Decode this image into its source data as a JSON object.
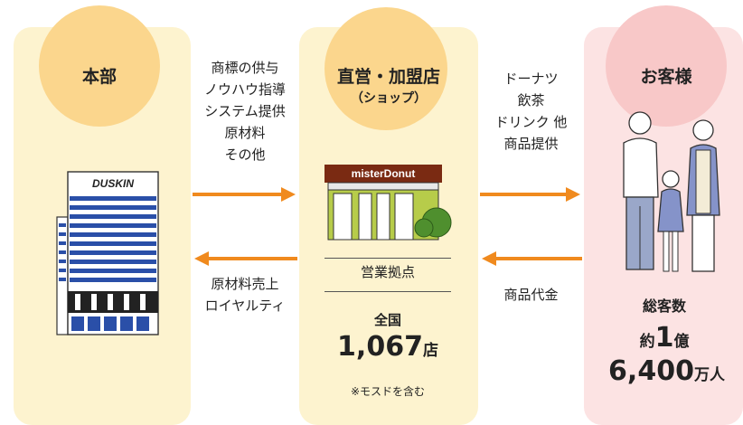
{
  "headquarters": {
    "title": "本部",
    "building_sign": "DUSKIN"
  },
  "shop": {
    "title": "直営・加盟店",
    "subtitle": "（ショップ）",
    "sign": "misterDonut",
    "base_label": "営業拠点",
    "nation_label": "全国",
    "store_count": "1,067",
    "store_unit": "店",
    "note": "※モスドを含む"
  },
  "customers": {
    "title": "お客様",
    "total_label": "総客数",
    "approx": "約",
    "count_part1": "1",
    "count_unit1": "億",
    "count_part2": "6,400",
    "count_unit2": "万人"
  },
  "flows": {
    "hq_to_shop": [
      "商標の供与",
      "ノウハウ指導",
      "システム提供",
      "原材料",
      "その他"
    ],
    "shop_to_customer": [
      "ドーナツ",
      "飲茶",
      "ドリンク 他",
      "商品提供"
    ],
    "customer_to_shop": [
      "商品代金"
    ],
    "shop_to_hq": [
      "原材料売上",
      "ロイヤルティ"
    ]
  },
  "colors": {
    "panel_yellow": "#fdf3cf",
    "circle_yellow": "#fbd68d",
    "panel_pink": "#fce3e3",
    "circle_pink": "#f8c8c8",
    "arrow_orange": "#f08a1e",
    "building_blue": "#2a4fa8"
  }
}
